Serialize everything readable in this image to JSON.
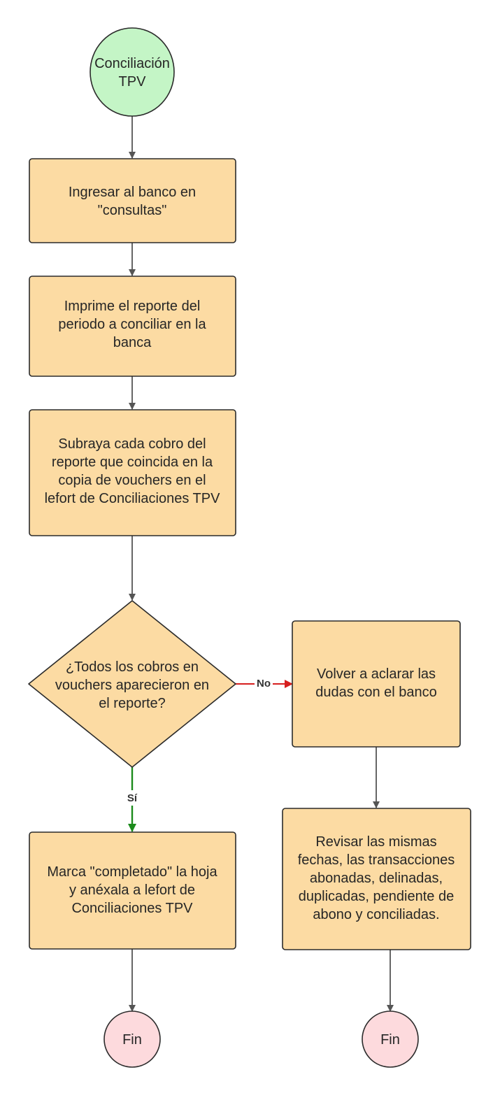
{
  "nodes": {
    "start": {
      "lines": [
        "Conciliación",
        "TPV"
      ]
    },
    "step1": {
      "lines": [
        "Ingresar al banco en",
        "\"consultas\""
      ]
    },
    "step2": {
      "lines": [
        "Imprime el reporte del",
        "periodo a conciliar en la",
        "banca"
      ]
    },
    "step3": {
      "lines": [
        "Subraya cada cobro del",
        "reporte que coincida en la",
        "copia de vouchers en el",
        "lefort de Conciliaciones TPV"
      ]
    },
    "decision": {
      "lines": [
        "¿Todos los cobros en",
        "vouchers aparecieron en",
        "el reporte?"
      ]
    },
    "no_step1": {
      "lines": [
        "Volver a aclarar las",
        "dudas con el banco"
      ]
    },
    "no_step2": {
      "lines": [
        "Revisar las mismas",
        "fechas, las transacciones",
        "abonadas, delinadas,",
        "duplicadas, pendiente de",
        "abono y conciliadas."
      ]
    },
    "yes_step": {
      "lines": [
        "Marca \"completado\" la hoja",
        "y anéxala a lefort de",
        "Conciliaciones TPV"
      ]
    },
    "end_yes": {
      "lines": [
        "Fin"
      ]
    },
    "end_no": {
      "lines": [
        "Fin"
      ]
    }
  },
  "edges": {
    "no_label": "No",
    "yes_label": "Sí"
  },
  "colors": {
    "start_fill": "#c4f5c6",
    "process_fill": "#fcdba3",
    "end_fill": "#fddadd",
    "no_edge": "#d61f1f",
    "yes_edge": "#1c8b1c",
    "default_edge": "#555555"
  }
}
